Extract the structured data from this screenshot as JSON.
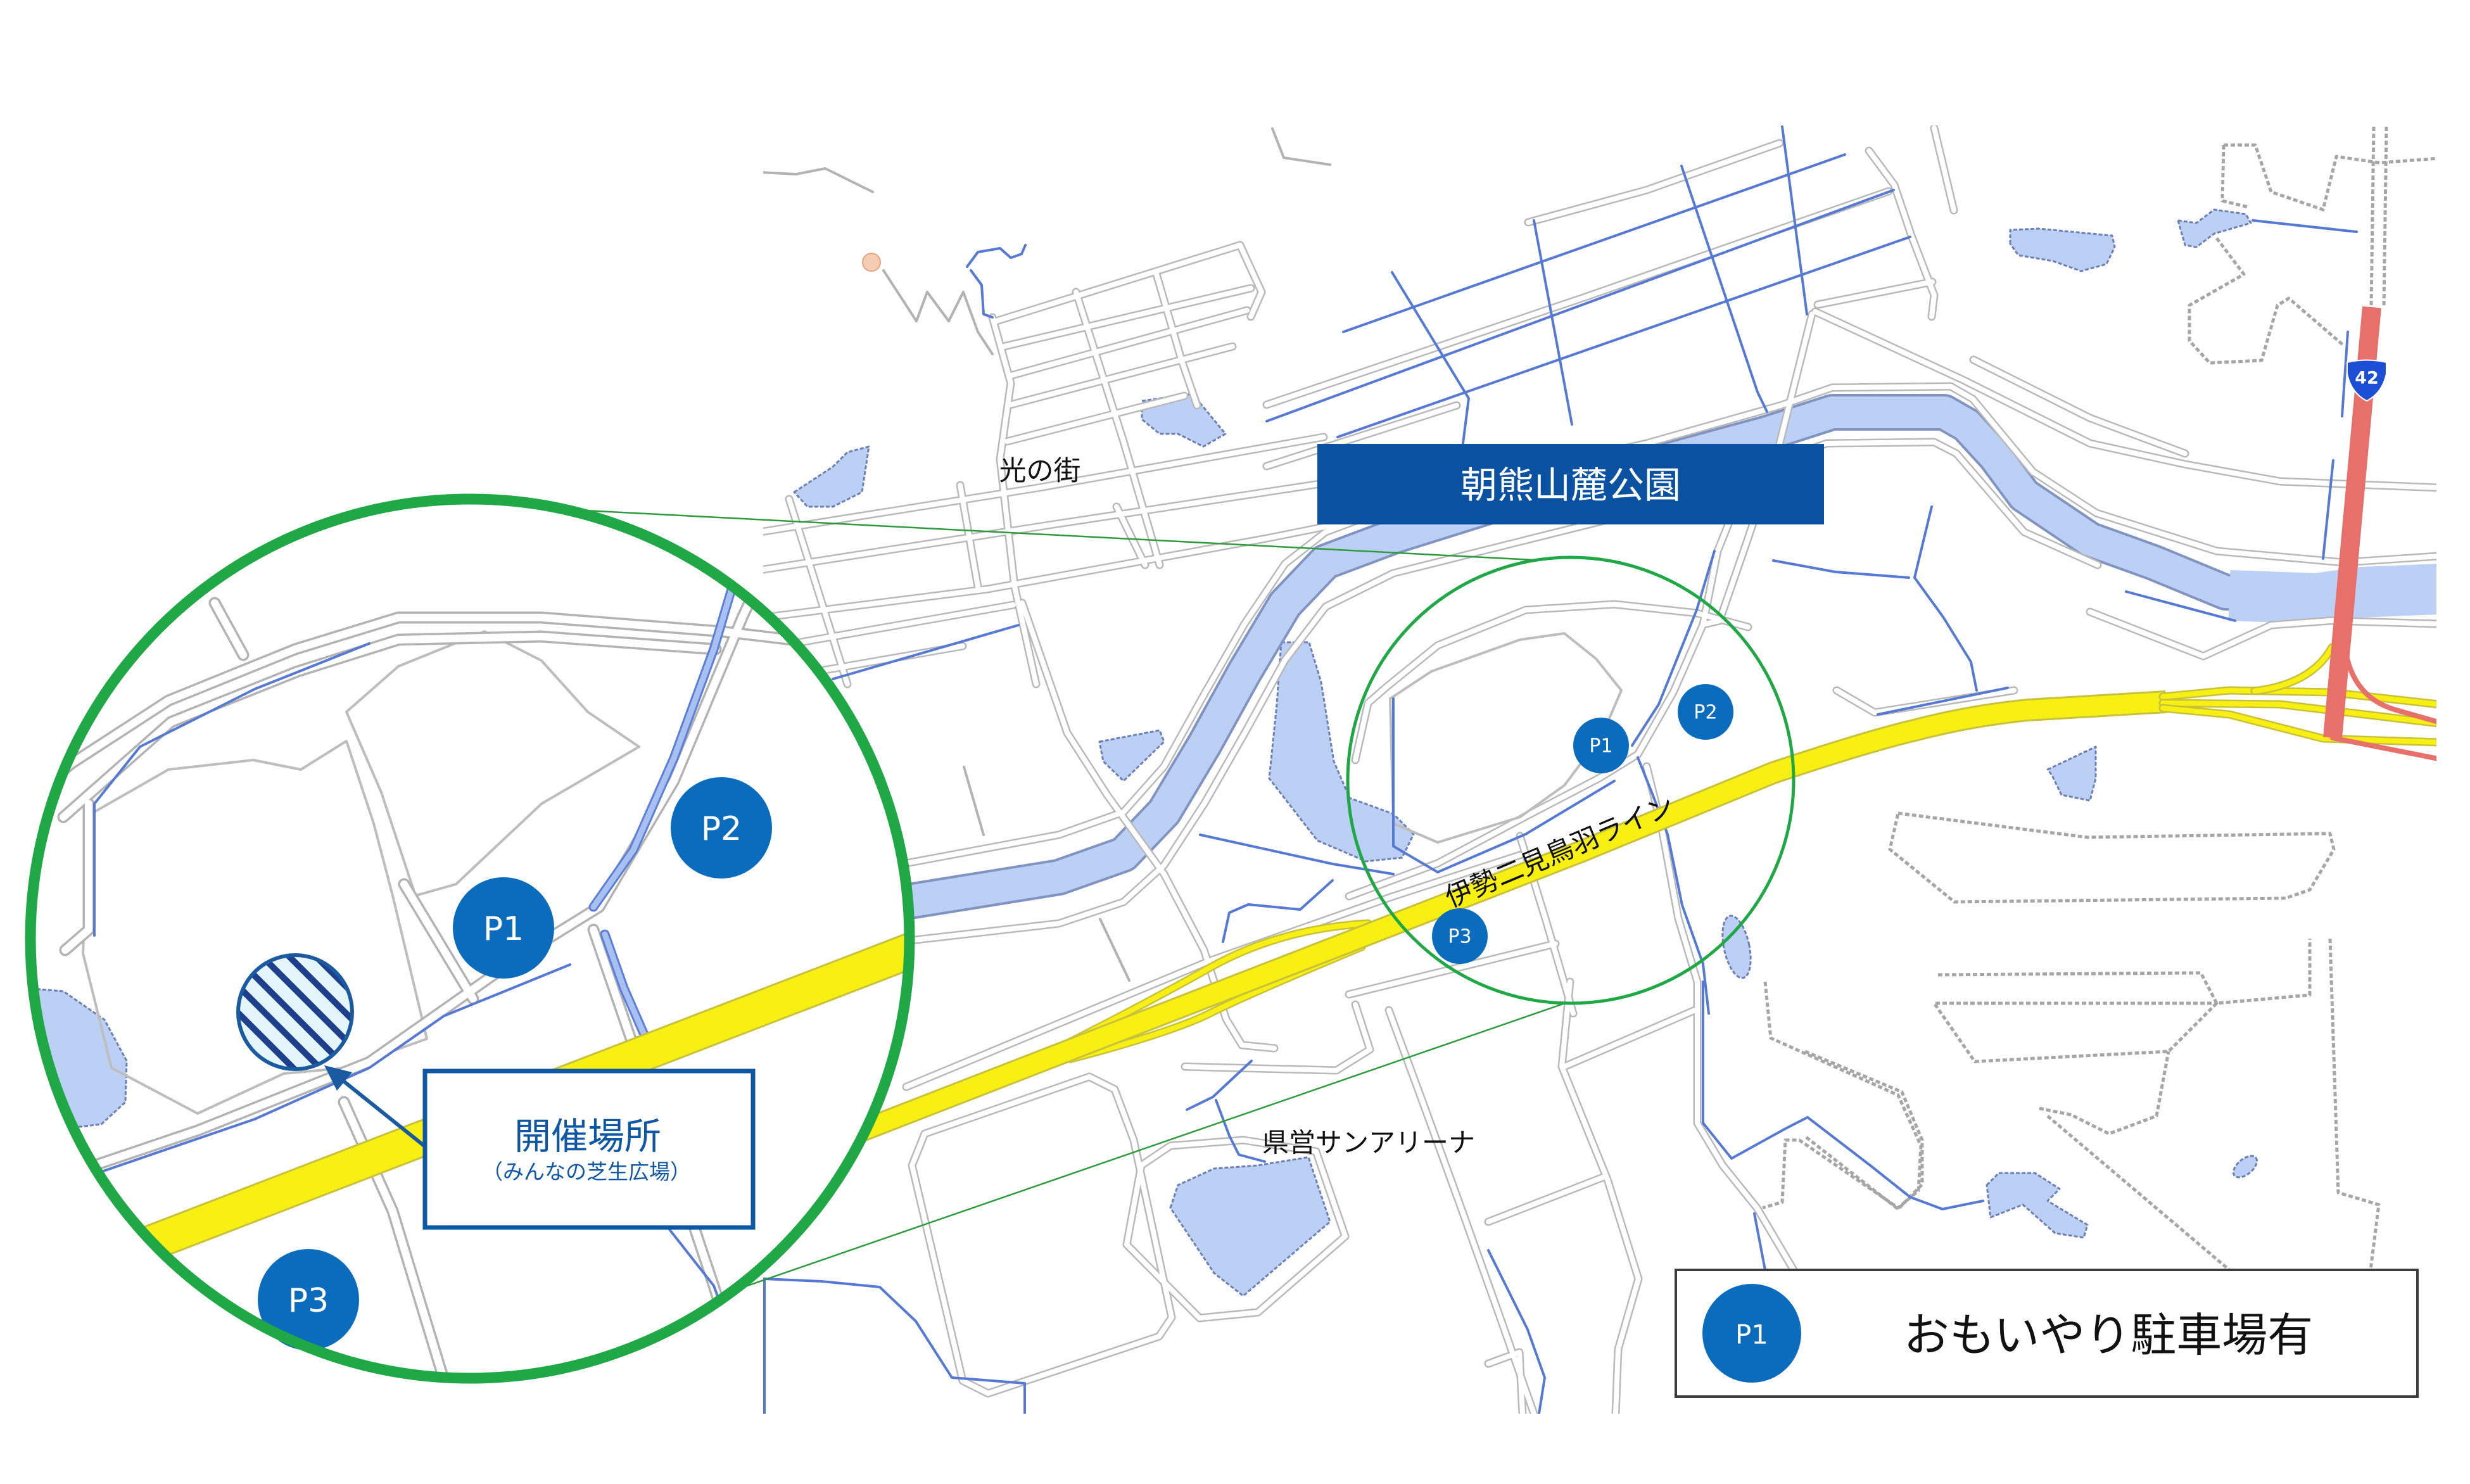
{
  "main_map": {
    "park_title": "朝熊山麓公園",
    "labels": {
      "town": "光の街",
      "arena": "県営サンアリーナ",
      "highway": "伊勢二見鳥羽ライン"
    },
    "route_shield": "42",
    "parking_markers": [
      {
        "label": "P1"
      },
      {
        "label": "P2"
      },
      {
        "label": "P3"
      }
    ]
  },
  "zoom_inset": {
    "venue_callout": {
      "title": "開催場所",
      "subtitle": "（みんなの芝生広場）"
    },
    "parking_markers": [
      {
        "label": "P1"
      },
      {
        "label": "P2"
      },
      {
        "label": "P3"
      }
    ]
  },
  "legend": {
    "items": [
      {
        "marker": "P1",
        "description": "おもいやり駐車場有"
      }
    ]
  },
  "colors": {
    "parking_marker": "#0b6cbd",
    "park_title_bg": "#0a51a1",
    "zoom_ring": "#1fa845",
    "highway": "#f7f012",
    "national_route": "#e8706a",
    "route_shield": "#1d4fd6",
    "water": "#bccff5",
    "callout_border": "#0d57a5",
    "venue_hatch": "#1d3f8c"
  }
}
